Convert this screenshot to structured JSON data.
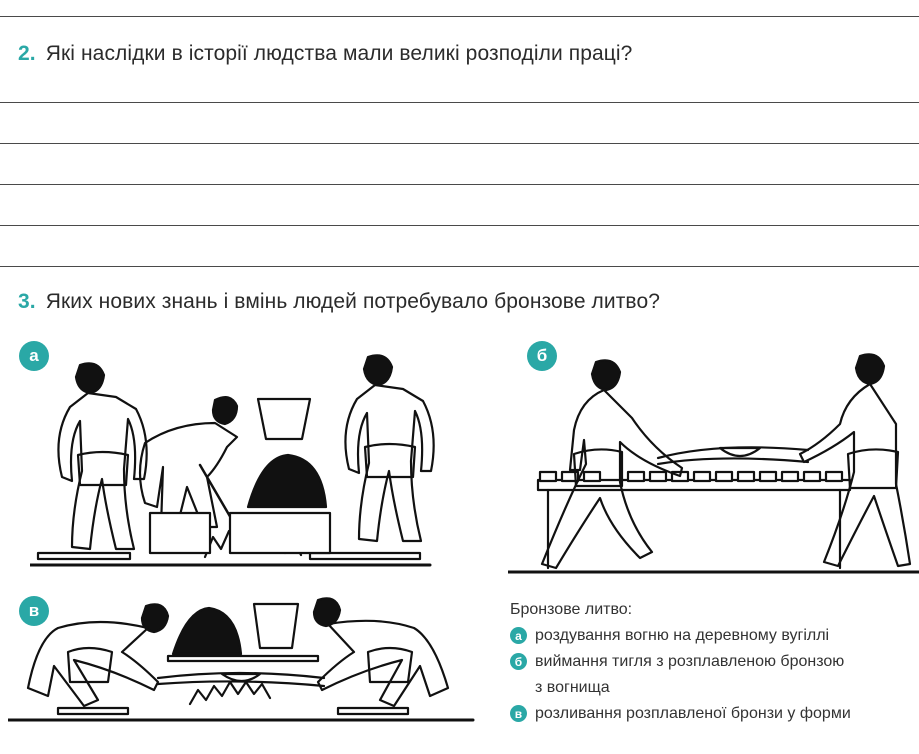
{
  "question2": {
    "number": "2.",
    "text": "Які наслідки в історії людства мали великі розподіли праці?"
  },
  "question3": {
    "number": "3.",
    "text": "Яких нових знань і вмінь людей потребувало бронзове литво?"
  },
  "illustrations": {
    "a": {
      "badge": "а"
    },
    "b": {
      "badge": "б"
    },
    "v": {
      "badge": "в"
    }
  },
  "caption": {
    "title": "Бронзове литво:",
    "items": [
      {
        "badge": "а",
        "text": "роздування вогню на деревному вугіллі",
        "continuation": ""
      },
      {
        "badge": "б",
        "text": "виймання тигля з розплавленою бронзою",
        "continuation": "з вогнища"
      },
      {
        "badge": "в",
        "text": "розливання розплавленої бронзи у форми",
        "continuation": ""
      }
    ]
  },
  "colors": {
    "accent": "#2aa8a6",
    "text": "#2b2b2b",
    "line": "#4a4a4a"
  }
}
